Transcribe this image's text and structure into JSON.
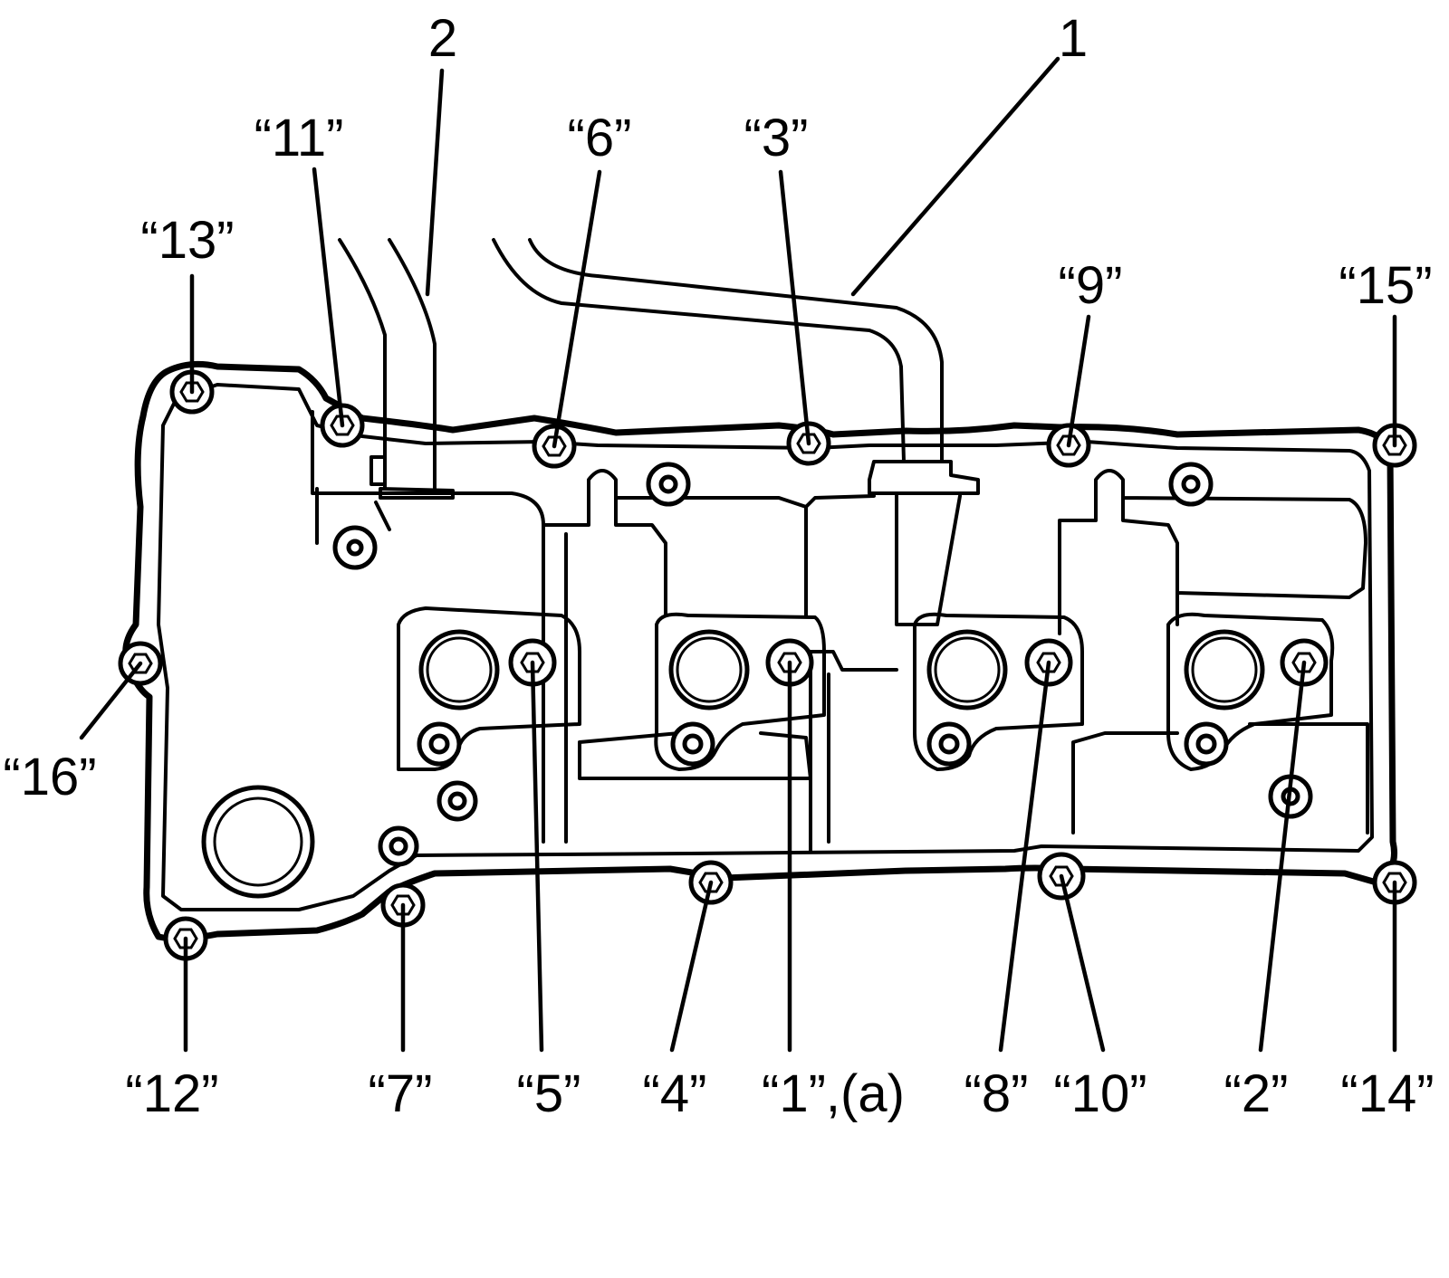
{
  "callouts": {
    "part_1": "1",
    "part_2": "2",
    "bolt_1": "“1”,(a)",
    "bolt_2": "“2”",
    "bolt_3": "“3”",
    "bolt_4": "“4”",
    "bolt_5": "“5”",
    "bolt_6": "“6”",
    "bolt_7": "“7”",
    "bolt_8": "“8”",
    "bolt_9": "“9”",
    "bolt_10": "“10”",
    "bolt_11": "“11”",
    "bolt_12": "“12”",
    "bolt_13": "“13”",
    "bolt_14": "“14”",
    "bolt_15": "“15”",
    "bolt_16": "“16”"
  }
}
